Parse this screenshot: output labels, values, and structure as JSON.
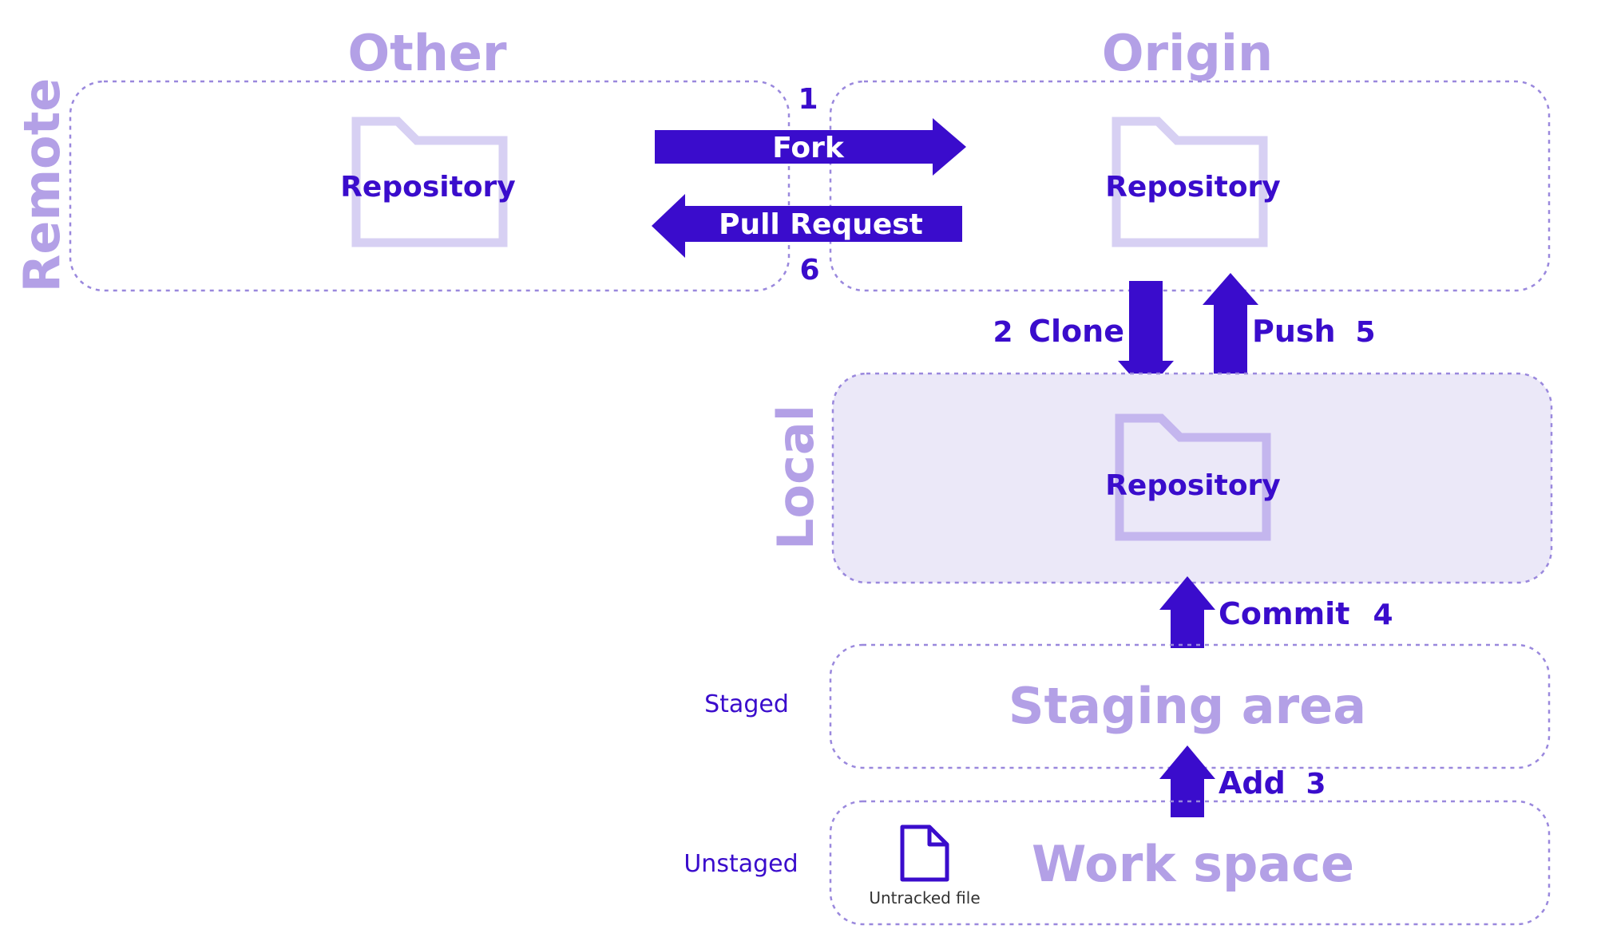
{
  "colors": {
    "accent": "#3a0ccc",
    "title": "#b3a0e6",
    "folder": "#d7d0f3",
    "folder_local": "#c4b6ee",
    "local_fill": "#ebe8f8",
    "dashed_border": "#9a88dd"
  },
  "remote": {
    "title": "Remote",
    "other": {
      "title": "Other",
      "repository_label": "Repository"
    },
    "origin": {
      "title": "Origin",
      "repository_label": "Repository"
    }
  },
  "local": {
    "title": "Local",
    "repository_label": "Repository"
  },
  "staging": {
    "title": "Staging area",
    "side_label": "Staged"
  },
  "workspace": {
    "title": "Work space",
    "side_label": "Unstaged",
    "file_label": "Untracked file",
    "file_icon": "file-icon"
  },
  "steps": {
    "fork": {
      "number": "1",
      "label": "Fork"
    },
    "clone": {
      "number": "2",
      "label": "Clone"
    },
    "add": {
      "number": "3",
      "label": "Add"
    },
    "commit": {
      "number": "4",
      "label": "Commit"
    },
    "push": {
      "number": "5",
      "label": "Push"
    },
    "pull_request": {
      "number": "6",
      "label": "Pull Request"
    }
  }
}
